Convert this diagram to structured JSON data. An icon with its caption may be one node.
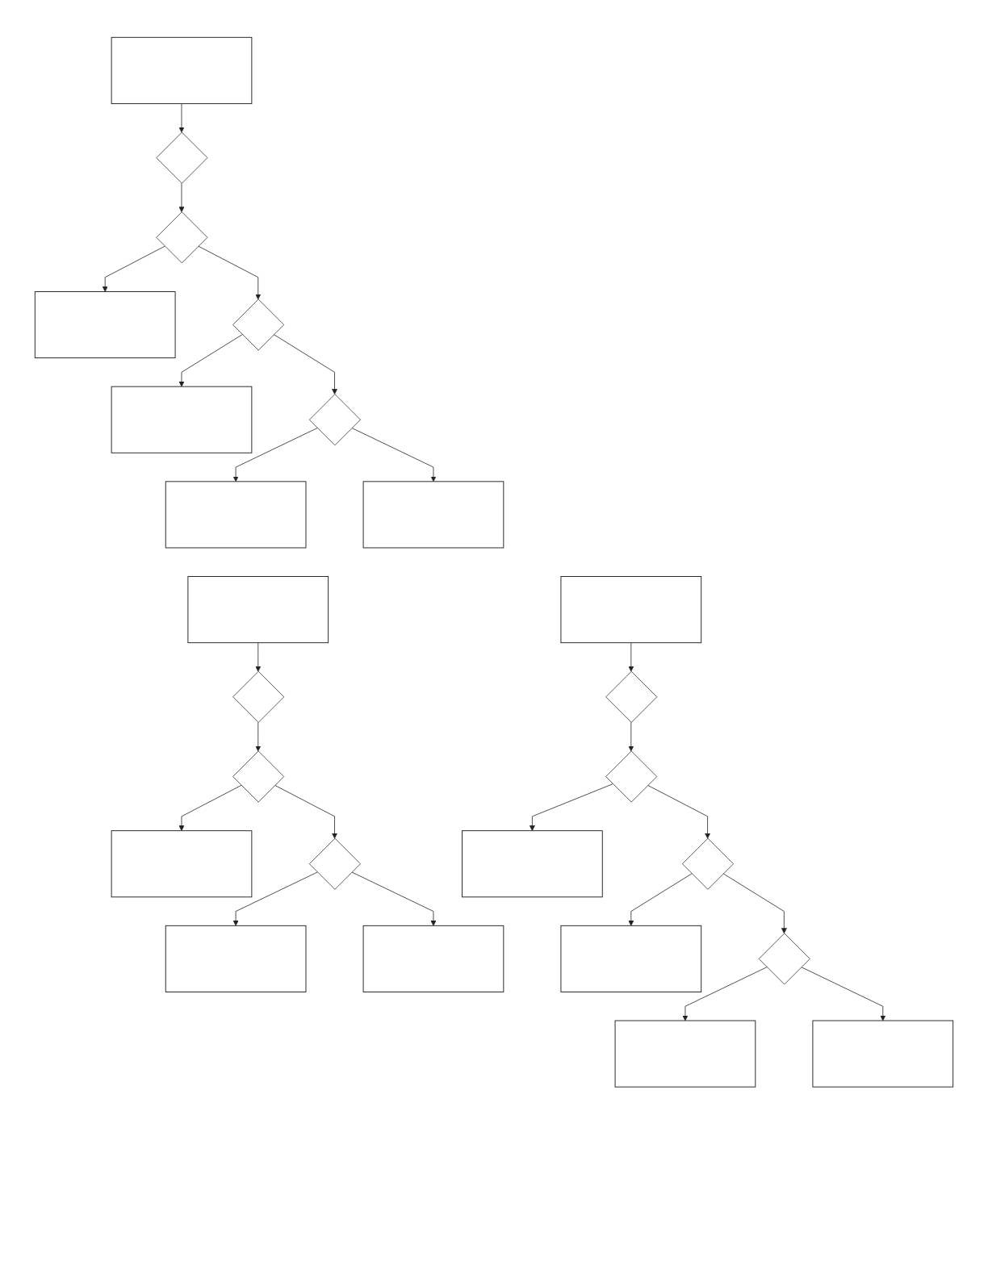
{
  "diagram": {
    "nodes": [
      {
        "text": [],
        "shape": "box"
      },
      {
        "text": [],
        "shape": "diamond"
      },
      {
        "text": [],
        "shape": "diamond"
      },
      {
        "text": [],
        "shape": "box"
      },
      {
        "text": [],
        "shape": "diamond"
      },
      {
        "text": [],
        "shape": "box"
      },
      {
        "text": [],
        "shape": "diamond"
      },
      {
        "text": [],
        "shape": "box"
      },
      {
        "text": [],
        "shape": "box"
      },
      {
        "text": [],
        "shape": "box"
      },
      {
        "text": [],
        "shape": "diamond"
      },
      {
        "text": [],
        "shape": "diamond"
      },
      {
        "text": [],
        "shape": "box"
      },
      {
        "text": [],
        "shape": "diamond"
      },
      {
        "text": [],
        "shape": "box"
      },
      {
        "text": [],
        "shape": "box"
      },
      {
        "text": [],
        "shape": "box"
      },
      {
        "text": [],
        "shape": "diamond"
      },
      {
        "text": [],
        "shape": "diamond"
      },
      {
        "text": [],
        "shape": "box"
      },
      {
        "text": [],
        "shape": "diamond"
      },
      {
        "text": [],
        "shape": "box"
      },
      {
        "text": [],
        "shape": "diamond"
      },
      {
        "text": [],
        "shape": "box"
      },
      {
        "text": [],
        "shape": "box"
      }
    ],
    "edges": [
      {
        "from": 0,
        "to": 1,
        "arrow": "to"
      },
      {
        "from": 1,
        "to": 2,
        "arrow": "to"
      },
      {
        "from": 2,
        "to": 3,
        "arrow": "to"
      },
      {
        "from": 2,
        "to": 4,
        "arrow": "to"
      },
      {
        "from": 4,
        "to": 5,
        "arrow": "to"
      },
      {
        "from": 4,
        "to": 6,
        "arrow": "to"
      },
      {
        "from": 6,
        "to": 7,
        "arrow": "to"
      },
      {
        "from": 6,
        "to": 8,
        "arrow": "to"
      },
      {
        "from": 9,
        "to": 10,
        "arrow": "to"
      },
      {
        "from": 10,
        "to": 11,
        "arrow": "to"
      },
      {
        "from": 11,
        "to": 12,
        "arrow": "to"
      },
      {
        "from": 11,
        "to": 13,
        "arrow": "to"
      },
      {
        "from": 13,
        "to": 14,
        "arrow": "to"
      },
      {
        "from": 13,
        "to": 15,
        "arrow": "to"
      },
      {
        "from": 16,
        "to": 17,
        "arrow": "to"
      },
      {
        "from": 17,
        "to": 18,
        "arrow": "to"
      },
      {
        "from": 18,
        "to": 19,
        "arrow": "to"
      },
      {
        "from": 18,
        "to": 20,
        "arrow": "to"
      },
      {
        "from": 20,
        "to": 21,
        "arrow": "to"
      },
      {
        "from": 20,
        "to": 22,
        "arrow": "to"
      },
      {
        "from": 22,
        "to": 23,
        "arrow": "to"
      },
      {
        "from": 22,
        "to": 24,
        "arrow": "to"
      }
    ]
  }
}
